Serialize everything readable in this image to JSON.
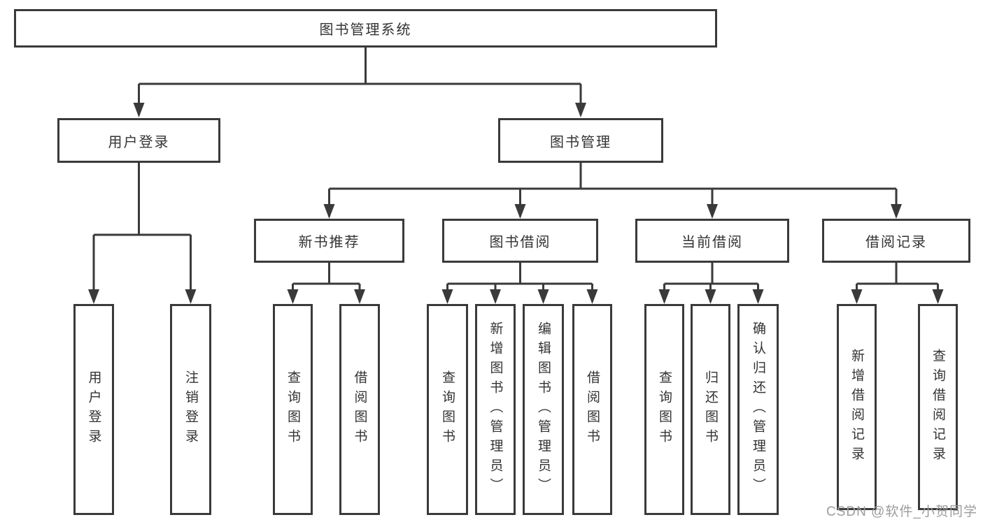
{
  "tree": {
    "label": "图书管理系统",
    "children": [
      {
        "label": "用户登录",
        "children": [
          {
            "label": "用户登录"
          },
          {
            "label": "注销登录"
          }
        ]
      },
      {
        "label": "图书管理",
        "children": [
          {
            "label": "新书推荐",
            "children": [
              {
                "label": "查询图书"
              },
              {
                "label": "借阅图书"
              }
            ]
          },
          {
            "label": "图书借阅",
            "children": [
              {
                "label": "查询图书"
              },
              {
                "label": "新增图书（管理员）"
              },
              {
                "label": "编辑图书（管理员）"
              },
              {
                "label": "借阅图书"
              }
            ]
          },
          {
            "label": "当前借阅",
            "children": [
              {
                "label": "查询图书"
              },
              {
                "label": "归还图书"
              },
              {
                "label": "确认归还（管理员）"
              }
            ]
          },
          {
            "label": "借阅记录",
            "children": [
              {
                "label": "新增借阅记录"
              },
              {
                "label": "查询借阅记录"
              }
            ]
          }
        ]
      }
    ]
  },
  "watermark": {
    "text": "CSDN @软件_小贺同学"
  },
  "colors": {
    "line": "#3a3a3a",
    "text": "#333333",
    "watermark": "#9c9c9c"
  }
}
